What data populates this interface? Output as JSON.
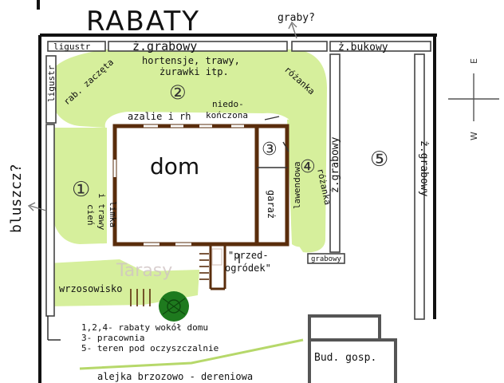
{
  "title": "RABATY",
  "labels": {
    "graby": "graby?",
    "bluszcz": "bluszcz?",
    "ligustr_top": "ligustr",
    "ligustr_left": "ligustr",
    "grabowy_top": "ż.grabowy",
    "bukowy": "ż.bukowy",
    "hortensje": "hortensje, trawy,",
    "zurawki": "żurawki itp.",
    "rab_zaczeta": "rab. zaczęta",
    "rozanka_top": "różanka",
    "niedo": "niedo-",
    "konczona": "kończona",
    "azalie": "azalie i rh",
    "dom": "dom",
    "garaz": "garaż",
    "lawendowa": "lawendowa",
    "rozanka_right": "różanka",
    "grabowy_mid": "ż.grabowy",
    "grabowy_right": "ż.grabowy",
    "grabowy_small": "grabowy",
    "limka": "limka",
    "i_trawy": "i trawy",
    "cien": "cień",
    "tarasy": "Tarasy",
    "przedogrodek_1": "\"przed-",
    "przedogrodek_2": "ogródek\"",
    "wrzosowisko": "wrzosowisko",
    "legend_1": "1,2,4- rabaty wokół domu",
    "legend_2": "3- pracownia",
    "legend_3": "5- teren pod oczyszczalnie",
    "bud_gosp": "Bud. gosp.",
    "alejka": "alejka brzozowo - dereniowa"
  },
  "numbers": {
    "n1": "①",
    "n2": "②",
    "n3": "③",
    "n4": "④",
    "n5": "⑤"
  },
  "compass": {
    "e": "E",
    "w": "W"
  },
  "colors": {
    "bed_green": "#d6ef9c",
    "house_brown": "#5a2d0c",
    "wall_black": "#111111",
    "hedge_grey": "#444444",
    "compass_gray": "#555555"
  }
}
